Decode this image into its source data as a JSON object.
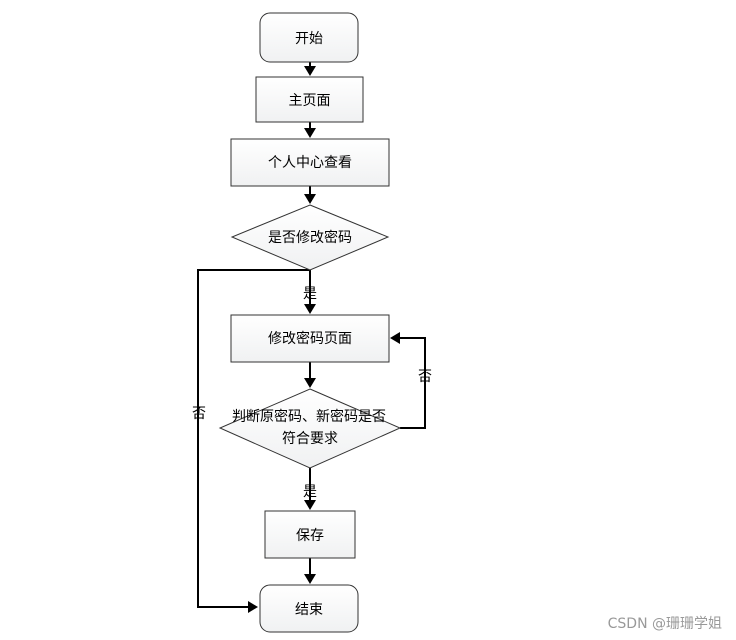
{
  "nodes": {
    "start": "开始",
    "home": "主页面",
    "profile": "个人中心查看",
    "decide_change": "是否修改密码",
    "change_page": "修改密码页面",
    "validate_line1": "判断原密码、新密码是否",
    "validate_line2": "符合要求",
    "save": "保存",
    "end": "结束"
  },
  "edges": {
    "yes_after_decide": "是",
    "no_bypass": "否",
    "no_retry": "否",
    "yes_after_validate": "是"
  },
  "watermark": "CSDN @珊珊学姐"
}
